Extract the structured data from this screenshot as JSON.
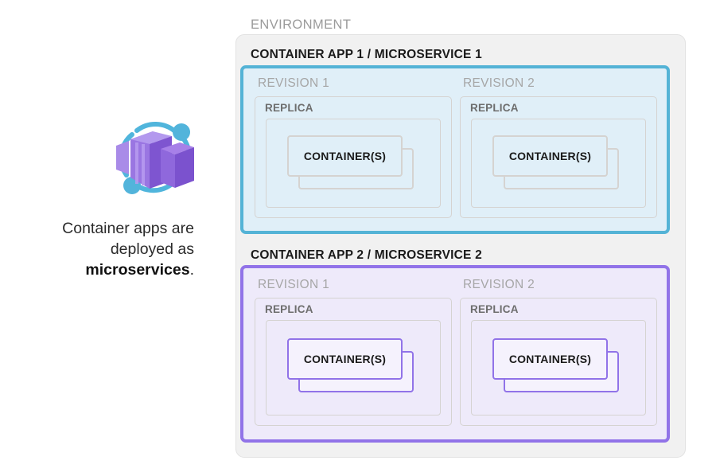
{
  "caption": {
    "line1": "Container apps are",
    "line2": "deployed as",
    "line3_strong": "microservices",
    "line3_tail": "."
  },
  "icon": {
    "name": "azure-container-apps-icon",
    "box_color": "#8661D5",
    "box_color_light": "#A780E8",
    "arc_color": "#50B5DC"
  },
  "environment": {
    "label": "ENVIRONMENT",
    "label_color": "#9b9b9b",
    "fill": "#F1F1F1",
    "border": "#E2E2E2"
  },
  "apps": [
    {
      "title": "CONTAINER APP 1 / MICROSERVICE 1",
      "accent": "#54B3D6",
      "fill": "#E0EFF8",
      "revisions": [
        {
          "label": "REVISION 1",
          "replica_label": "REPLICA",
          "container_label": "CONTAINER(S)"
        },
        {
          "label": "REVISION 2",
          "replica_label": "REPLICA",
          "container_label": "CONTAINER(S)"
        }
      ]
    },
    {
      "title": "CONTAINER APP 2 / MICROSERVICE 2",
      "accent": "#9173E8",
      "fill": "#EEEAFA",
      "revisions": [
        {
          "label": "REVISION 1",
          "replica_label": "REPLICA",
          "container_label": "CONTAINER(S)"
        },
        {
          "label": "REVISION 2",
          "replica_label": "REPLICA",
          "container_label": "CONTAINER(S)"
        }
      ]
    }
  ]
}
